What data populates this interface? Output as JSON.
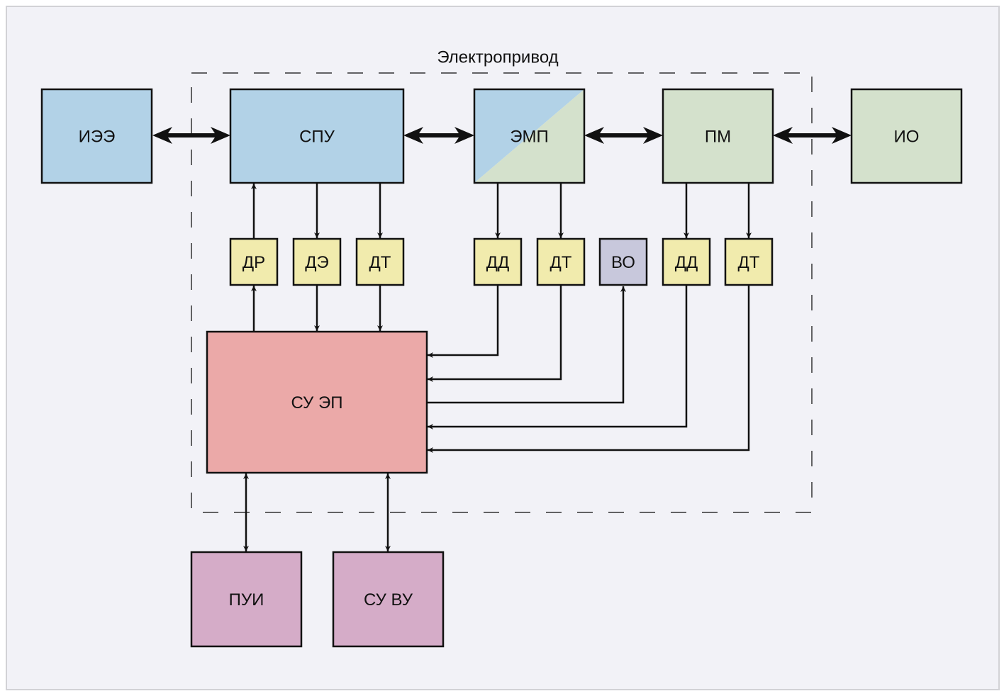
{
  "diagram": {
    "title": "Электропривод",
    "colors": {
      "background": "#f2f2f7",
      "source": "#b2d2e7",
      "mechanical": "#d4e1cc",
      "sensor": "#f1ebad",
      "observer": "#c8c8dc",
      "control": "#eba9a8",
      "external": "#d5acc8",
      "stroke": "#111111"
    },
    "blocks": [
      {
        "id": "iee",
        "label": "ИЭЭ",
        "type": "source"
      },
      {
        "id": "spu",
        "label": "СПУ",
        "type": "source"
      },
      {
        "id": "emp",
        "label": "ЭМП",
        "type": "split"
      },
      {
        "id": "pm",
        "label": "ПМ",
        "type": "mechanical"
      },
      {
        "id": "io",
        "label": "ИО",
        "type": "mechanical"
      },
      {
        "id": "dr",
        "label": "ДР",
        "type": "sensor"
      },
      {
        "id": "de",
        "label": "ДЭ",
        "type": "sensor"
      },
      {
        "id": "dt1",
        "label": "ДТ",
        "type": "sensor"
      },
      {
        "id": "dd1",
        "label": "ДД",
        "type": "sensor"
      },
      {
        "id": "dt2",
        "label": "ДТ",
        "type": "sensor"
      },
      {
        "id": "vo",
        "label": "ВО",
        "type": "observer"
      },
      {
        "id": "dd2",
        "label": "ДД",
        "type": "sensor"
      },
      {
        "id": "dt3",
        "label": "ДТ",
        "type": "sensor"
      },
      {
        "id": "suep",
        "label": "СУ ЭП",
        "type": "control"
      },
      {
        "id": "pui",
        "label": "ПУИ",
        "type": "external"
      },
      {
        "id": "suvu",
        "label": "СУ ВУ",
        "type": "external"
      }
    ],
    "connections": [
      {
        "from": "iee",
        "to": "spu",
        "kind": "bidirectional-power"
      },
      {
        "from": "spu",
        "to": "emp",
        "kind": "bidirectional-power"
      },
      {
        "from": "emp",
        "to": "pm",
        "kind": "bidirectional-power"
      },
      {
        "from": "pm",
        "to": "io",
        "kind": "bidirectional-power"
      },
      {
        "from": "dr",
        "to": "spu",
        "kind": "signal"
      },
      {
        "from": "suep",
        "to": "dr",
        "kind": "signal"
      },
      {
        "from": "spu",
        "to": "de",
        "kind": "signal"
      },
      {
        "from": "de",
        "to": "suep",
        "kind": "signal"
      },
      {
        "from": "spu",
        "to": "dt1",
        "kind": "signal"
      },
      {
        "from": "dt1",
        "to": "suep",
        "kind": "signal"
      },
      {
        "from": "emp",
        "to": "dd1",
        "kind": "signal"
      },
      {
        "from": "emp",
        "to": "dt2",
        "kind": "signal"
      },
      {
        "from": "dd1",
        "to": "suep",
        "kind": "signal"
      },
      {
        "from": "dt2",
        "to": "suep",
        "kind": "signal"
      },
      {
        "from": "suep",
        "to": "vo",
        "kind": "signal"
      },
      {
        "from": "pm",
        "to": "dd2",
        "kind": "signal"
      },
      {
        "from": "pm",
        "to": "dt3",
        "kind": "signal"
      },
      {
        "from": "dd2",
        "to": "suep",
        "kind": "signal"
      },
      {
        "from": "dt3",
        "to": "suep",
        "kind": "signal"
      },
      {
        "from": "suep",
        "to": "pui",
        "kind": "bidirectional-signal"
      },
      {
        "from": "suep",
        "to": "suvu",
        "kind": "bidirectional-signal"
      }
    ]
  }
}
